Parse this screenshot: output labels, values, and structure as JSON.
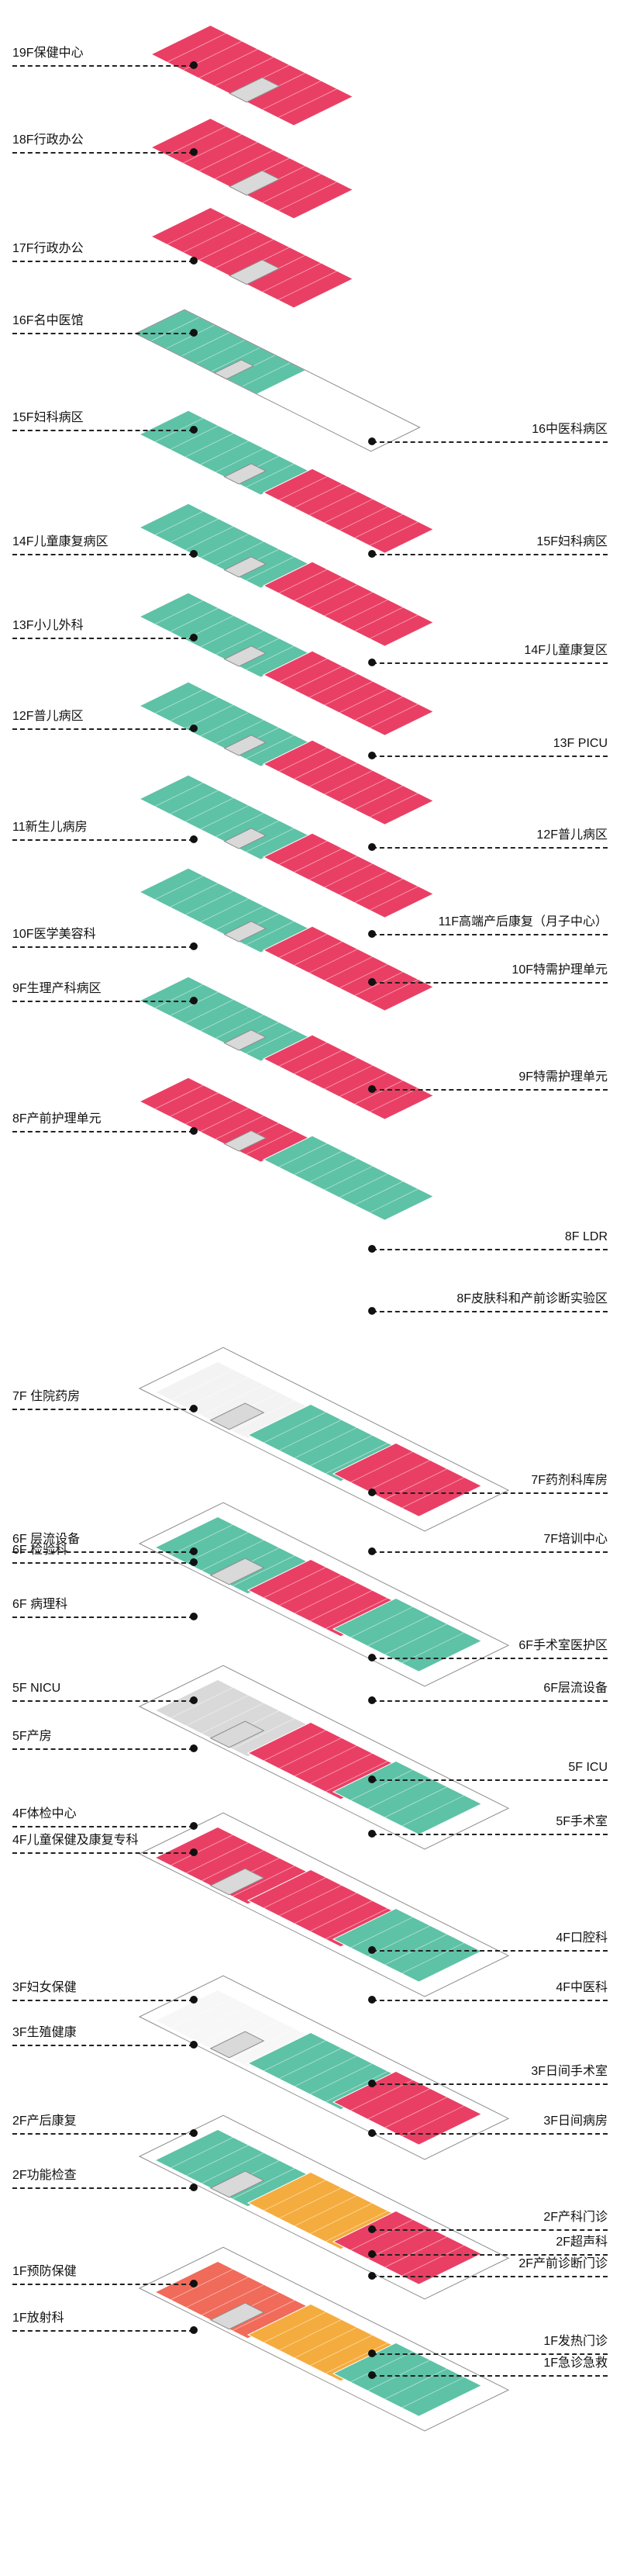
{
  "palette": {
    "pink": "#ea3f64",
    "light_pink": "#f294a8",
    "teal": "#5ec2a6",
    "orange": "#f5ac3e",
    "salmon": "#f06b5a",
    "grey_core": "#d9d9d9",
    "outline": "#8c8c8c"
  },
  "floor_labels": [
    {
      "id": "l19",
      "text": "19F保健中心",
      "side": "left"
    },
    {
      "id": "l18",
      "text": "18F行政办公",
      "side": "left"
    },
    {
      "id": "l17",
      "text": "17F行政办公",
      "side": "left"
    },
    {
      "id": "l16",
      "text": "16F名中医馆",
      "side": "left"
    },
    {
      "id": "l15a",
      "text": "15F妇科病区",
      "side": "left"
    },
    {
      "id": "r16",
      "text": "16中医科病区",
      "side": "right"
    },
    {
      "id": "l14",
      "text": "14F儿童康复病区",
      "side": "left"
    },
    {
      "id": "r15",
      "text": "15F妇科病区",
      "side": "right"
    },
    {
      "id": "l13",
      "text": "13F小儿外科",
      "side": "left"
    },
    {
      "id": "r14",
      "text": "14F儿童康复区",
      "side": "right"
    },
    {
      "id": "l12",
      "text": "12F普儿病区",
      "side": "left"
    },
    {
      "id": "r13",
      "text": "13F  PICU",
      "side": "right"
    },
    {
      "id": "l11",
      "text": "11新生儿病房",
      "side": "left"
    },
    {
      "id": "r12",
      "text": "12F普儿病区",
      "side": "right"
    },
    {
      "id": "r11",
      "text": "11F高端产后康复（月子中心）",
      "side": "right"
    },
    {
      "id": "l10",
      "text": "10F医学美容科",
      "side": "left"
    },
    {
      "id": "r10",
      "text": "10F特需护理单元",
      "side": "right"
    },
    {
      "id": "l9",
      "text": "9F生理产科病区",
      "side": "left"
    },
    {
      "id": "r9",
      "text": "9F特需护理单元",
      "side": "right"
    },
    {
      "id": "l8",
      "text": "8F产前护理单元",
      "side": "left"
    },
    {
      "id": "r8a",
      "text": "8F LDR",
      "side": "right"
    },
    {
      "id": "r8b",
      "text": "8F皮肤科和产前诊断实验区",
      "side": "right"
    },
    {
      "id": "l7",
      "text": "7F  住院药房",
      "side": "left"
    },
    {
      "id": "r7a",
      "text": "7F药剂科库房",
      "side": "right"
    },
    {
      "id": "l6a",
      "text": "6F  层流设备",
      "side": "left"
    },
    {
      "id": "r7b",
      "text": "7F培训中心",
      "side": "right"
    },
    {
      "id": "l6b",
      "text": "6F  检验科",
      "side": "left"
    },
    {
      "id": "l6c",
      "text": "6F  病理科",
      "side": "left"
    },
    {
      "id": "r6a",
      "text": "6F手术室医护区",
      "side": "right"
    },
    {
      "id": "l5a",
      "text": "5F  NICU",
      "side": "left"
    },
    {
      "id": "r6b",
      "text": "6F层流设备",
      "side": "right"
    },
    {
      "id": "l5b",
      "text": "5F产房",
      "side": "left"
    },
    {
      "id": "r5a",
      "text": "5F    ICU",
      "side": "right"
    },
    {
      "id": "l4a",
      "text": "4F体检中心",
      "side": "left"
    },
    {
      "id": "r5b",
      "text": "5F手术室",
      "side": "right"
    },
    {
      "id": "l4b",
      "text": "4F儿童保健及康复专科",
      "side": "left"
    },
    {
      "id": "r4a",
      "text": "4F口腔科",
      "side": "right"
    },
    {
      "id": "l3a",
      "text": "3F妇女保健",
      "side": "left"
    },
    {
      "id": "r4b",
      "text": "4F中医科",
      "side": "right"
    },
    {
      "id": "l3b",
      "text": "3F生殖健康",
      "side": "left"
    },
    {
      "id": "r3a",
      "text": "3F日间手术室",
      "side": "right"
    },
    {
      "id": "l2a",
      "text": "2F产后康复",
      "side": "left"
    },
    {
      "id": "r3b",
      "text": "3F日间病房",
      "side": "right"
    },
    {
      "id": "l2b",
      "text": "2F功能检查",
      "side": "left"
    },
    {
      "id": "r2a",
      "text": "2F产科门诊",
      "side": "right"
    },
    {
      "id": "r2b",
      "text": "2F超声科",
      "side": "right"
    },
    {
      "id": "r2c",
      "text": "2F产前诊断门诊",
      "side": "right"
    },
    {
      "id": "l1a",
      "text": "1F预防保健",
      "side": "left"
    },
    {
      "id": "l1b",
      "text": "1F放射科",
      "side": "left"
    },
    {
      "id": "r1a",
      "text": "1F发热门诊",
      "side": "right"
    },
    {
      "id": "r1b",
      "text": "1F急诊急救",
      "side": "right"
    }
  ]
}
